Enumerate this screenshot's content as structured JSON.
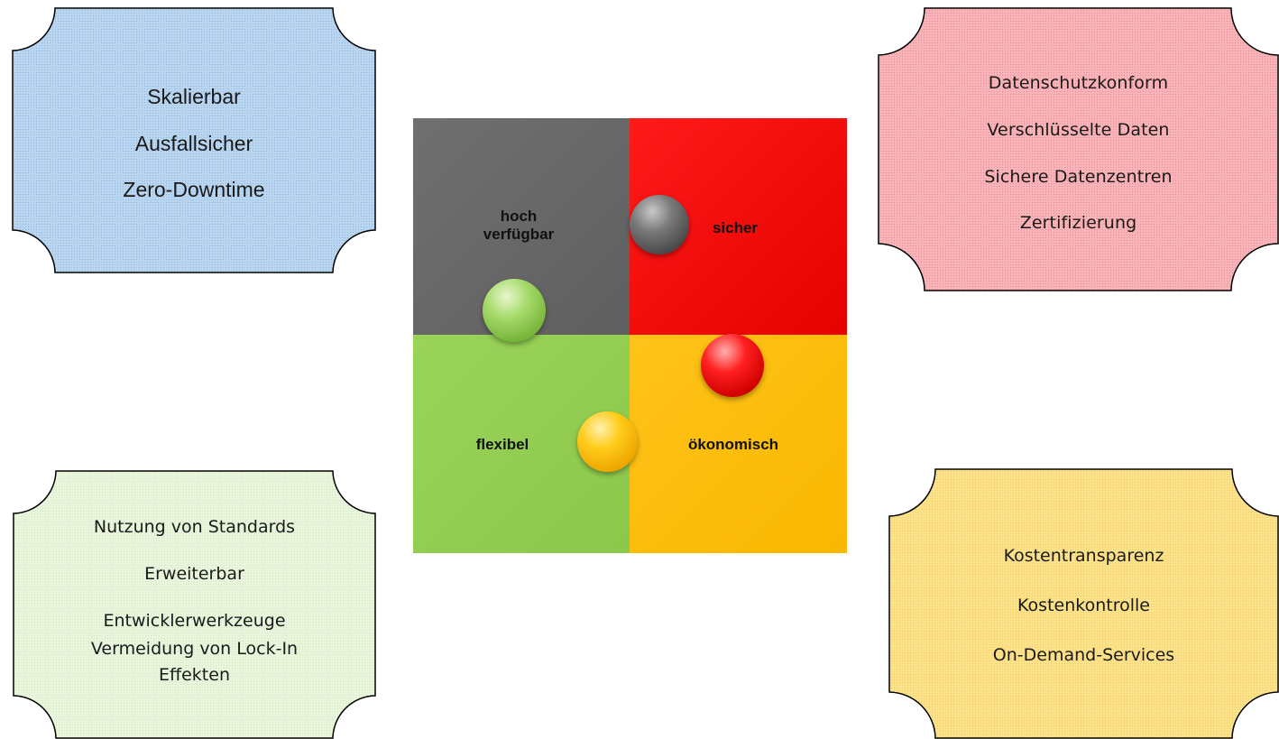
{
  "colors": {
    "blue_box": "#a8cbe8",
    "red_box": "#f7a3a8",
    "green_box": "#e6f3d6",
    "yellow_box": "#fde084",
    "gray_piece": "#666666",
    "red_piece": "#ff0000",
    "green_piece": "#92d050",
    "orange_piece": "#ffc000"
  },
  "boxes": {
    "top_left": {
      "lines": [
        "Skalierbar",
        "Ausfallsicher",
        "Zero-Downtime"
      ]
    },
    "top_right": {
      "lines": [
        "Datenschutzkonform",
        "Verschlüsselte Daten",
        "Sichere Datenzentren",
        "Zertifizierung"
      ]
    },
    "bottom_left": {
      "lines": [
        "Nutzung von Standards",
        "Erweiterbar",
        "Entwicklerwerkzeuge",
        "Vermeidung von Lock-In",
        "Effekten"
      ]
    },
    "bottom_right": {
      "lines": [
        "Kostentransparenz",
        "Kostenkontrolle",
        "On-Demand-Services"
      ]
    }
  },
  "puzzle": {
    "gray_label": "hoch\nverfügbar",
    "red_label": "sicher",
    "green_label": "flexibel",
    "orange_label": "ökonomisch"
  }
}
